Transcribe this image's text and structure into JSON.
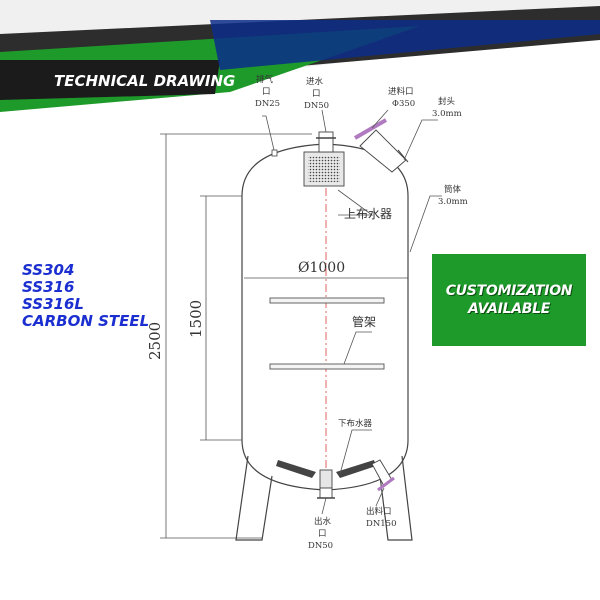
{
  "banner": {
    "title": "TECHNICAL DRAWING",
    "accent_color": "#1e9a2a",
    "dark_color": "#1a1a1a"
  },
  "materials": [
    "SS304",
    "SS316",
    "SS316L",
    "CARBON STEEL"
  ],
  "materials_color": "#1b2fd0",
  "customization": {
    "line1": "CUSTOMIZATION",
    "line2": "AVAILABLE",
    "color": "#1e9a2a"
  },
  "labels": {
    "vent": [
      "排气",
      "口",
      "DN25"
    ],
    "water_in": [
      "进水",
      "口",
      "DN50"
    ],
    "feed_in": [
      "进料口",
      "Φ350"
    ],
    "head": [
      "封头",
      "3.0mm"
    ],
    "shell": [
      "筒体",
      "3.0mm"
    ],
    "upper_distributor": "上布水器",
    "diameter": "Ø1000",
    "pipe_rack": "管架",
    "lower_distributor": "下布水器",
    "water_out": [
      "出水",
      "口",
      "DN50"
    ],
    "discharge": [
      "出料口",
      "DN150"
    ],
    "height_total": "2500",
    "height_inner": "1500"
  }
}
